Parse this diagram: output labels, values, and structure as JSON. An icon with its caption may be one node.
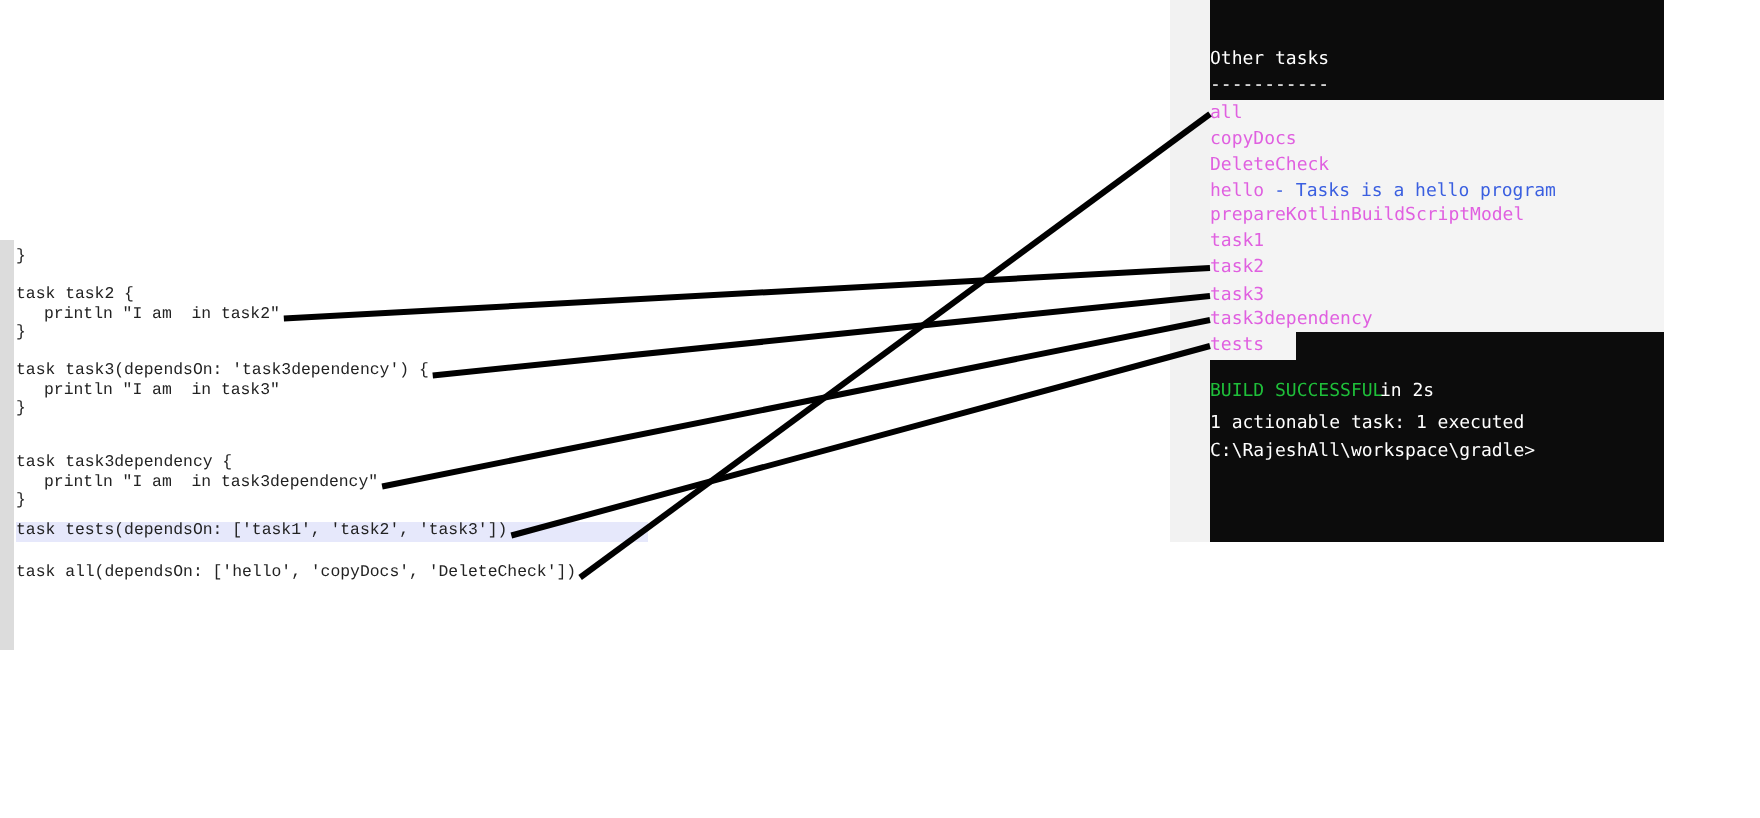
{
  "diagram": {
    "nodes": [
      {
        "text": [
          "task task2 {",
          "println \"I am  in task2\"",
          "}"
        ]
      },
      {
        "text": [
          "task task3(dependsOn: 'task3dependency') {",
          "println \"I am  in task3\"",
          "}"
        ]
      },
      {
        "text": [
          "task task3dependency {",
          "println \"I am  in task3dependency\"",
          "}"
        ]
      },
      {
        "text": [
          "task tests(dependsOn: ['task1', 'task2', 'task3'])"
        ]
      },
      {
        "text": [
          "task all(dependsOn: ['hello', 'copyDocs', 'DeleteCheck'])"
        ]
      },
      {
        "text": [
          "all"
        ]
      },
      {
        "text": [
          "copyDocs"
        ]
      },
      {
        "text": [
          "DeleteCheck"
        ]
      },
      {
        "text": [
          "hello",
          "- Tasks is a hello program"
        ]
      },
      {
        "text": [
          "prepareKotlinBuildScriptModel"
        ]
      },
      {
        "text": [
          "task1"
        ]
      },
      {
        "text": [
          "task2"
        ]
      },
      {
        "text": [
          "task3"
        ]
      },
      {
        "text": [
          "task3dependency"
        ]
      },
      {
        "text": [
          "tests"
        ]
      }
    ],
    "edges": [
      {
        "from": 0,
        "to": 11,
        "arrow": "none"
      },
      {
        "from": 1,
        "to": 12,
        "arrow": "none"
      },
      {
        "from": 2,
        "to": 13,
        "arrow": "none"
      },
      {
        "from": 3,
        "to": 14,
        "arrow": "none"
      },
      {
        "from": 4,
        "to": 5,
        "arrow": "none"
      }
    ],
    "labels": [
      "}",
      "Other tasks",
      "-----------",
      "BUILD SUCCESSFUL",
      "in 2s",
      "1 actionable task: 1 executed",
      "C:\\RajeshAll\\workspace\\gradle>"
    ]
  }
}
